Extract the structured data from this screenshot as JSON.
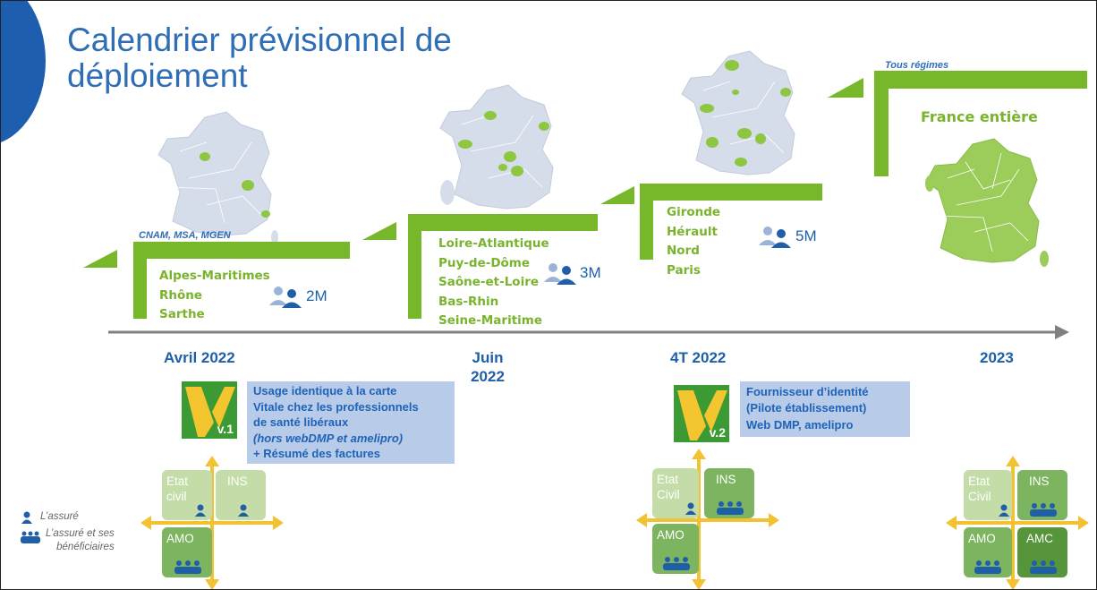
{
  "title": [
    "Calendrier prévisionnel de",
    "déploiement"
  ],
  "colors": {
    "accent_green": "#76b82a",
    "brand_blue": "#1f5fa8",
    "feature_bg": "#b8cbe8",
    "arrow_yellow": "#f2c232"
  },
  "icons": {
    "single": "person-icon",
    "group": "group-icon",
    "badge": "vitale-v-logo",
    "map": "france-map"
  },
  "stages": [
    {
      "tag": "CNAM, MSA, MGEN",
      "regions": [
        "Alpes-Maritimes",
        "Rhône",
        "Sarthe"
      ],
      "count": "2M",
      "date": "Avril 2022"
    },
    {
      "regions": [
        "Loire-Atlantique",
        "Puy-de-Dôme",
        "Saône-et-Loire",
        "Bas-Rhin",
        "Seine-Maritime"
      ],
      "count": "3M",
      "date": "Juin 2022"
    },
    {
      "regions": [
        "Gironde",
        "Hérault",
        "Nord",
        "Paris"
      ],
      "count": "5M",
      "date": "4T 2022"
    },
    {
      "tag": "Tous régimes",
      "regions": [
        "France entière"
      ],
      "date": "2023"
    }
  ],
  "features": [
    {
      "version": "v.1",
      "lines": [
        "Usage identique à la carte",
        "Vitale chez les professionnels",
        "de santé libéraux"
      ],
      "italic": "(hors webDMP et amelipro)",
      "last": "+ Résumé des factures"
    },
    {
      "version": "v.2",
      "lines": [
        "Fournisseur d’identité",
        "(Pilote établissement)",
        "Web DMP, amelipro"
      ]
    }
  ],
  "tiles": {
    "etat_civil": [
      "Etat",
      "civil"
    ],
    "etat_civil_2": [
      "Etat",
      "Civil"
    ],
    "ins": "INS",
    "amo": "AMO",
    "amc": "AMC"
  },
  "legend": {
    "single": "L’assuré",
    "group": [
      "L’assuré et ses",
      "bénéficiaires"
    ]
  }
}
